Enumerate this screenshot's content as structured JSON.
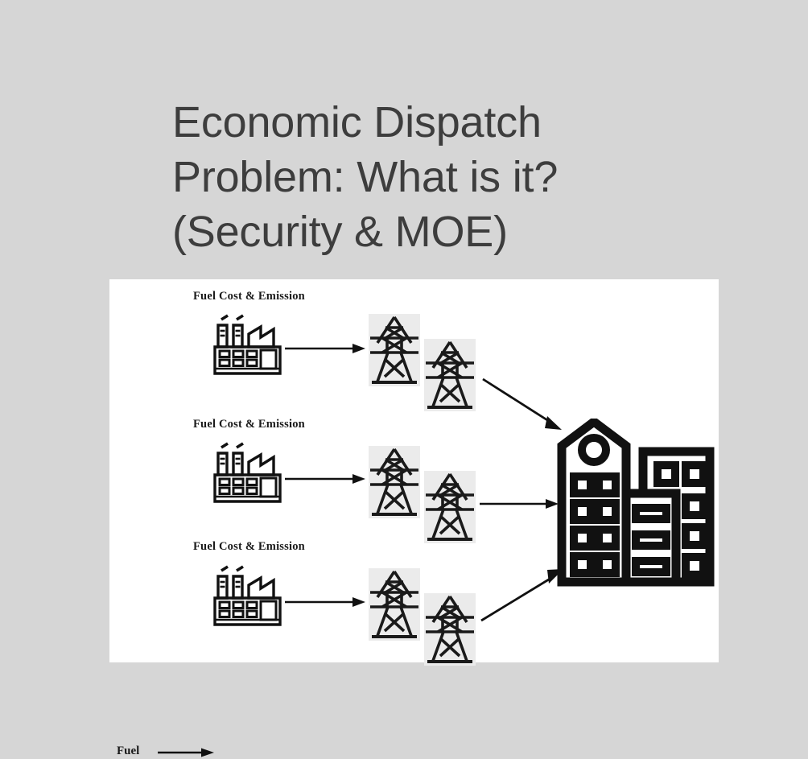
{
  "slide": {
    "title": "Economic Dispatch Problem: What is it? (Security & MOE)",
    "title_lines": "Economic Dispatch\nProblem: What is it?\n(Security & MOE)",
    "background_color": "#d6d6d6",
    "title_color": "#3d3d3d"
  },
  "figure": {
    "panel_background": "#ffffff",
    "stroke_color": "#111111",
    "tile_background": "#ebebeb",
    "input_label": "Fuel",
    "rows": [
      {
        "label": "Fuel Cost & Emission",
        "generator_icon": "factory-icon",
        "transmission_icons": [
          "transmission-tower-icon",
          "transmission-tower-icon"
        ],
        "arrow_to_grid": "arrow-right",
        "arrow_to_city": "arrow-diagonal-down-right"
      },
      {
        "label": "Fuel Cost & Emission",
        "generator_icon": "factory-icon",
        "transmission_icons": [
          "transmission-tower-icon",
          "transmission-tower-icon"
        ],
        "arrow_to_grid": "arrow-right",
        "arrow_to_city": "arrow-right"
      },
      {
        "label": "Fuel Cost & Emission",
        "generator_icon": "factory-icon",
        "transmission_icons": [
          "transmission-tower-icon",
          "transmission-tower-icon"
        ],
        "arrow_to_grid": "arrow-right",
        "arrow_to_city": "arrow-diagonal-up-right"
      }
    ],
    "load_icon": "city-buildings-icon"
  }
}
